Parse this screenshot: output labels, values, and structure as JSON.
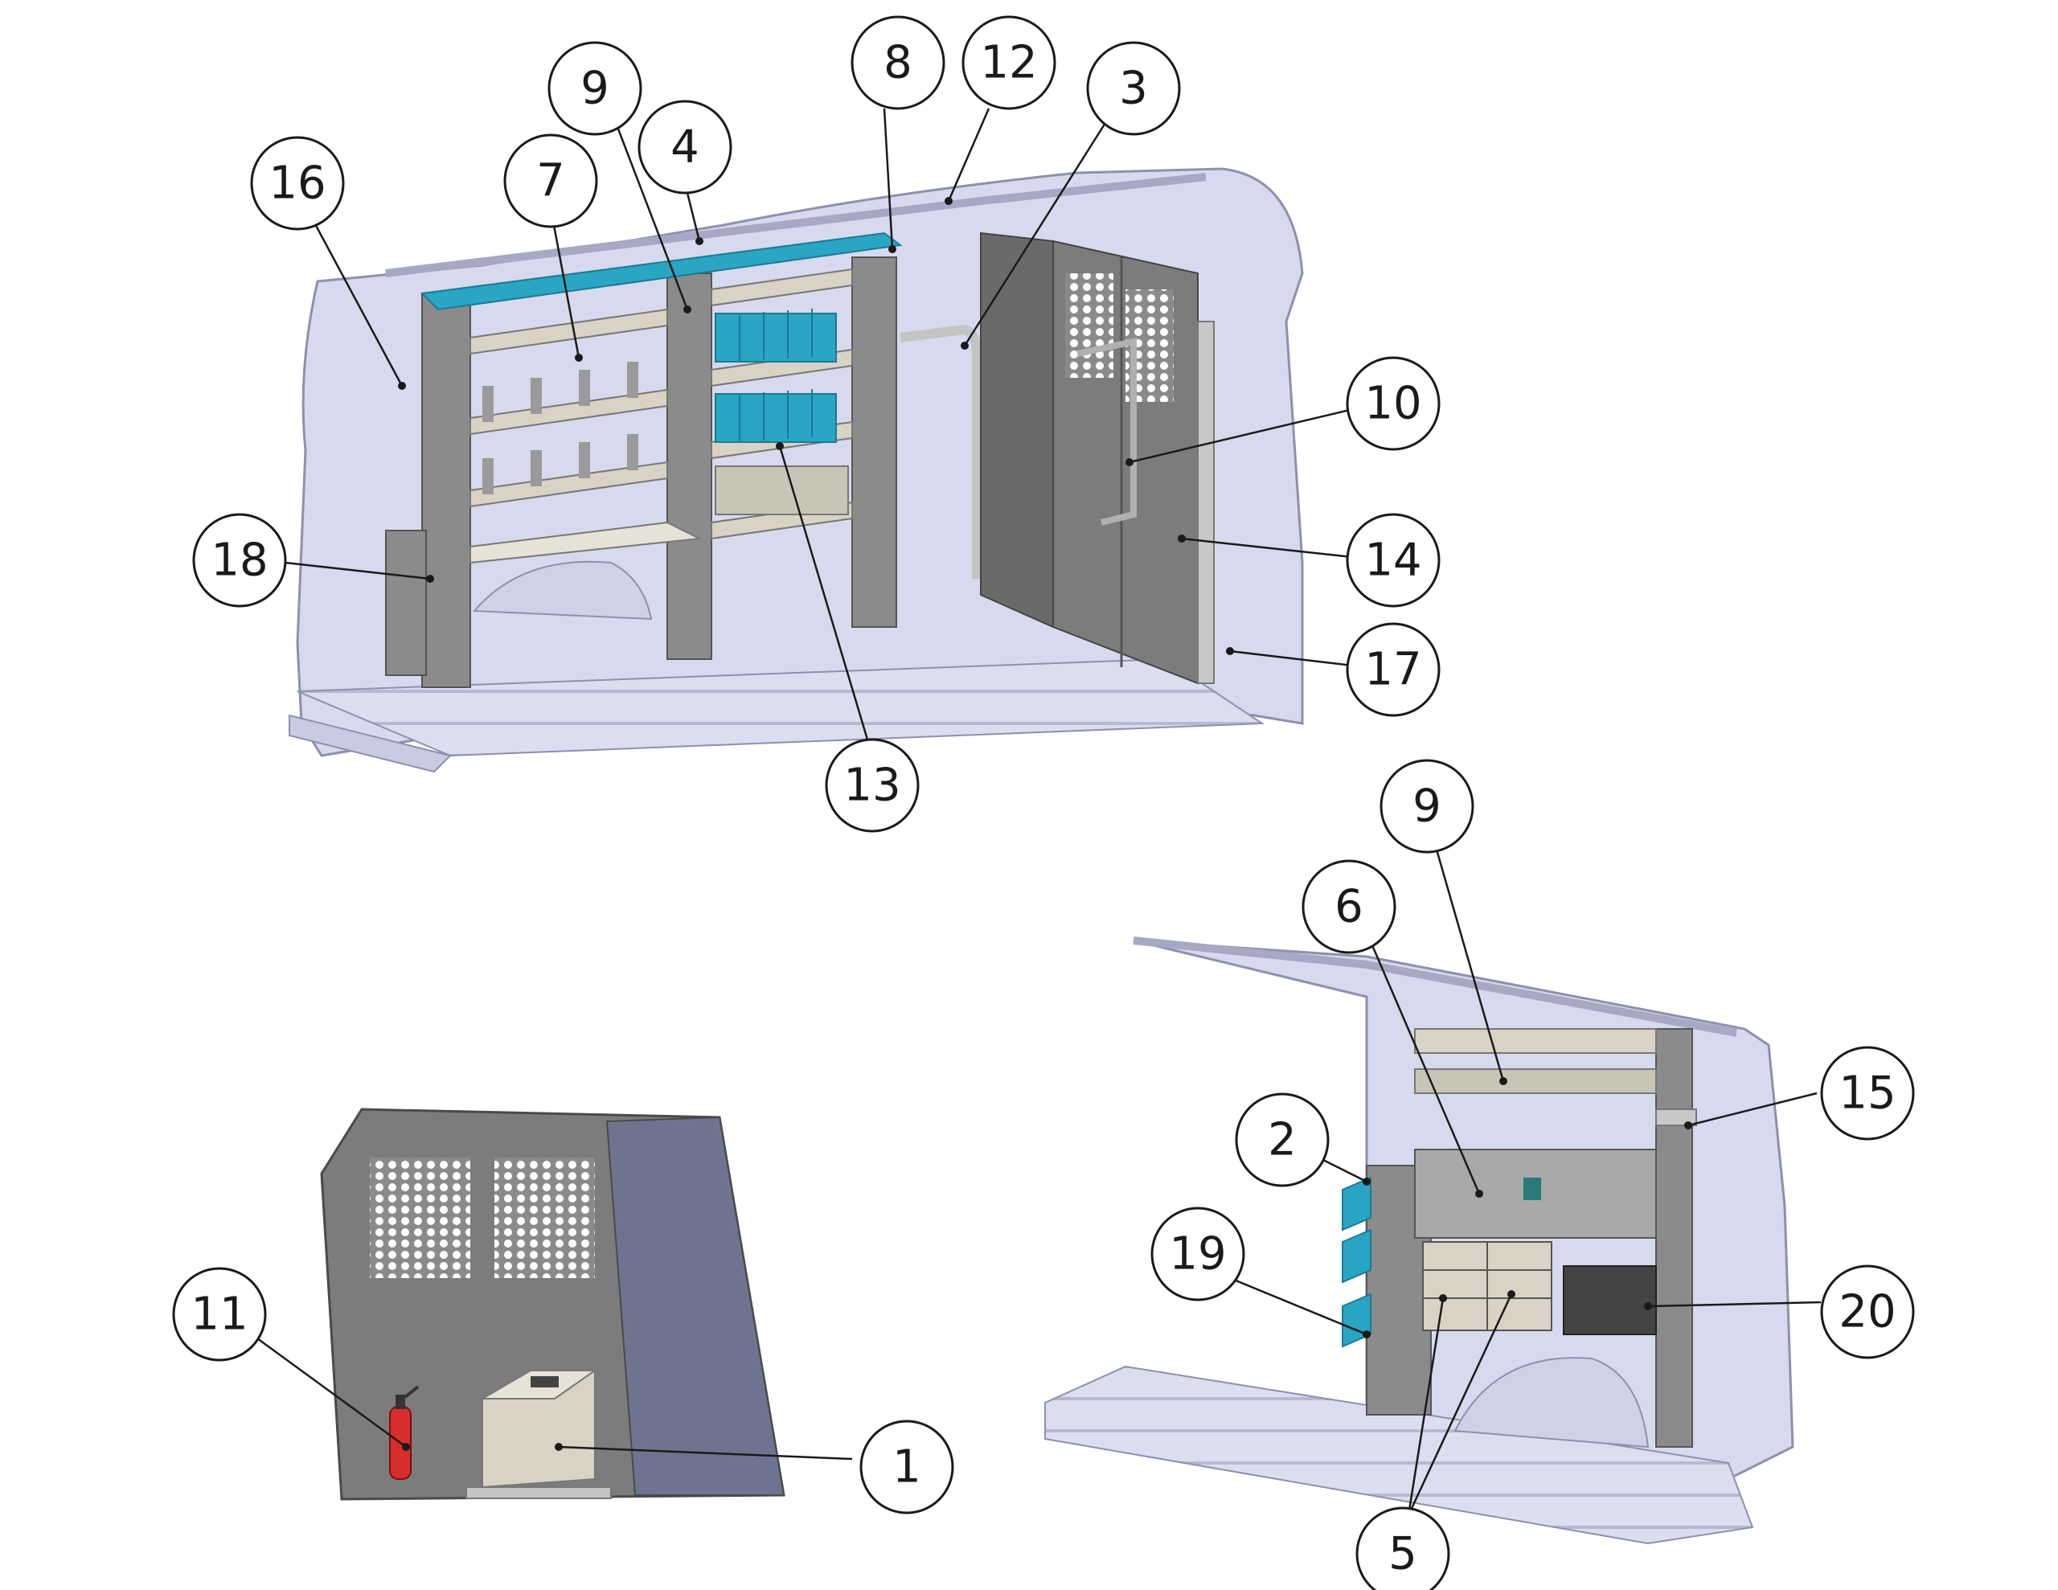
{
  "figure": {
    "callouts": [
      {
        "id": "c16",
        "label": "16"
      },
      {
        "id": "c7",
        "label": "7"
      },
      {
        "id": "c9a",
        "label": "9"
      },
      {
        "id": "c4",
        "label": "4"
      },
      {
        "id": "c8",
        "label": "8"
      },
      {
        "id": "c12",
        "label": "12"
      },
      {
        "id": "c3",
        "label": "3"
      },
      {
        "id": "c10",
        "label": "10"
      },
      {
        "id": "c14",
        "label": "14"
      },
      {
        "id": "c17",
        "label": "17"
      },
      {
        "id": "c18",
        "label": "18"
      },
      {
        "id": "c13",
        "label": "13"
      },
      {
        "id": "c9b",
        "label": "9"
      },
      {
        "id": "c6",
        "label": "6"
      },
      {
        "id": "c2",
        "label": "2"
      },
      {
        "id": "c15",
        "label": "15"
      },
      {
        "id": "c19",
        "label": "19"
      },
      {
        "id": "c20",
        "label": "20"
      },
      {
        "id": "c5",
        "label": "5"
      },
      {
        "id": "c11",
        "label": "11"
      },
      {
        "id": "c1",
        "label": "1"
      }
    ]
  },
  "colors": {
    "van_body": "#d7d9ee",
    "van_outline": "#8e90ad",
    "shelving": "#8b8b8b",
    "shelving_dark": "#6a6a6a",
    "shelf_top": "#d8d3c4",
    "bins": "#2aa6c4",
    "partition": "#7c7c7c",
    "extinguisher": "#d82d2d"
  }
}
